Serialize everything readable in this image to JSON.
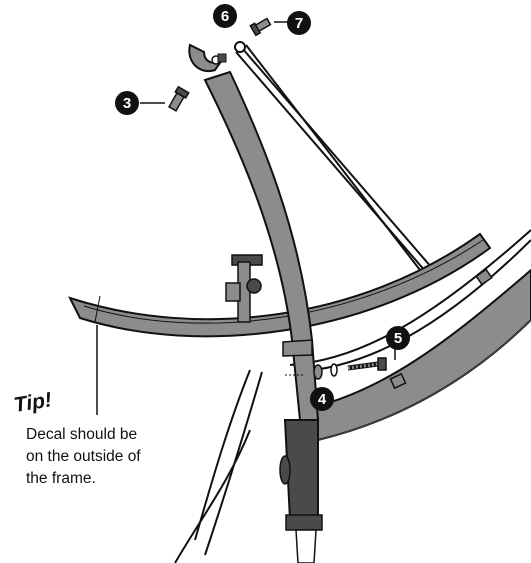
{
  "colors": {
    "part_fill": "#8c8c8c",
    "part_dark": "#4a4a4a",
    "outline": "#111111",
    "callout_fill": "#111111",
    "callout_text": "#ffffff",
    "background": "#ffffff"
  },
  "callouts": [
    {
      "id": "3",
      "label": "3"
    },
    {
      "id": "4",
      "label": "4"
    },
    {
      "id": "5",
      "label": "5"
    },
    {
      "id": "6",
      "label": "6"
    },
    {
      "id": "7",
      "label": "7"
    }
  ],
  "tip": {
    "title": "Tip!",
    "lines": [
      "Decal should be",
      "on the outside of",
      "the frame."
    ]
  }
}
